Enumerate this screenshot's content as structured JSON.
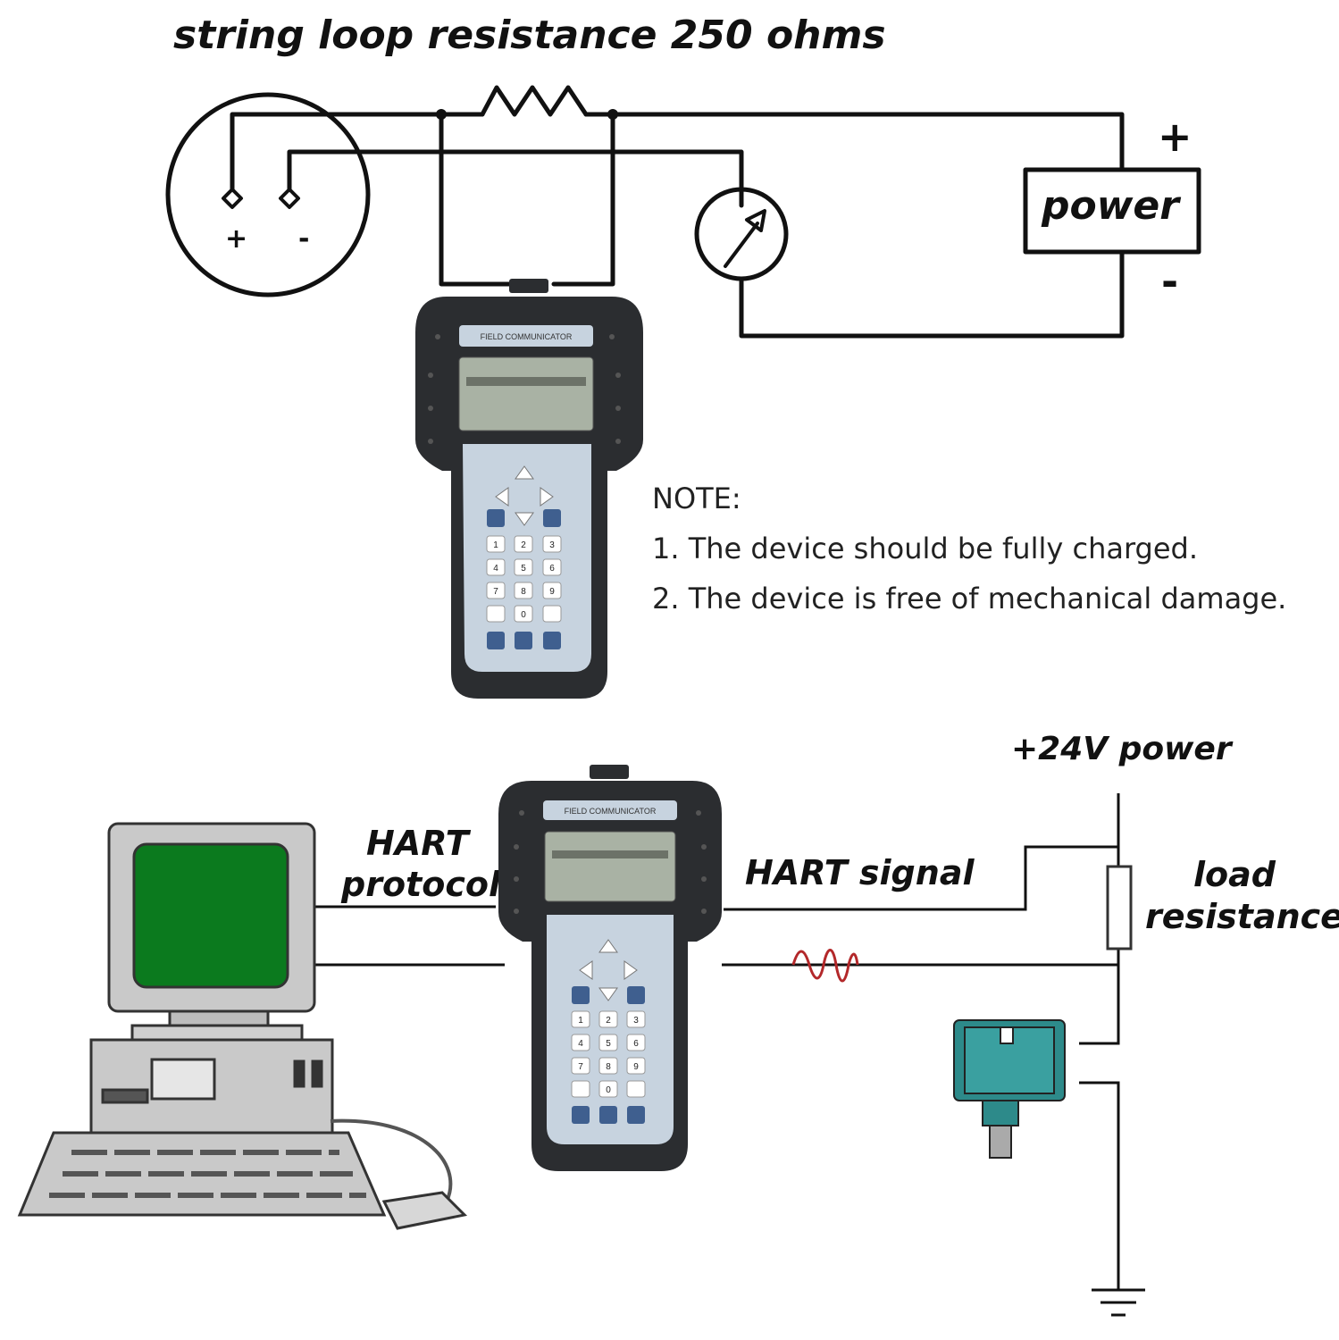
{
  "top_title": "string loop resistance 250 ohms",
  "power_box_label": "power",
  "power_plus": "+",
  "power_minus": "-",
  "transmitter_plus": "+",
  "transmitter_minus": "-",
  "note": {
    "heading": "NOTE:",
    "items": [
      "1. The device should be fully charged.",
      "2. The device is free of mechanical damage."
    ]
  },
  "device_top_label": "FIELD COMMUNICATOR",
  "device_bottom_label": "FIELD COMMUNICATOR",
  "bottom_labels": {
    "hart_protocol_line1": "HART",
    "hart_protocol_line2": "protocol",
    "hart_signal": "HART signal",
    "supply": "+24V power",
    "load_line1": "load",
    "load_line2": "resistance"
  },
  "keypad": [
    "1",
    "2",
    "3",
    "4",
    "5",
    "6",
    "7",
    "8",
    "9",
    "0"
  ],
  "colors": {
    "device_body": "#2b2d30",
    "device_face": "#c7d3df",
    "screen": "#a9b2a4",
    "monitor_screen": "#0b7a1e",
    "transmitter": "#2d8a8a",
    "signal": "#b3282a"
  }
}
